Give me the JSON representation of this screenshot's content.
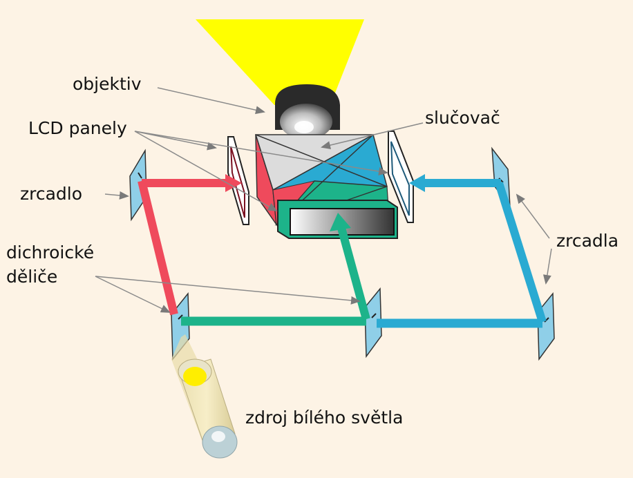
{
  "labels": {
    "objective": "objektiv",
    "lcd_panels": "LCD panely",
    "combiner": "slučovač",
    "mirror": "zrcadlo",
    "mirrors": "zrcadla",
    "dichroic_line1": "dichroické",
    "dichroic_line2": "děliče",
    "light_source": "zdroj bílého světla"
  },
  "colors": {
    "background": "#fdf3e5",
    "red_beam": "#ef4a5c",
    "green_beam": "#1db38a",
    "blue_beam": "#2aaad2",
    "projected_light": "#ffff00",
    "mirror_face": "#8fcfe8",
    "leader_line": "#8a8a8a"
  }
}
